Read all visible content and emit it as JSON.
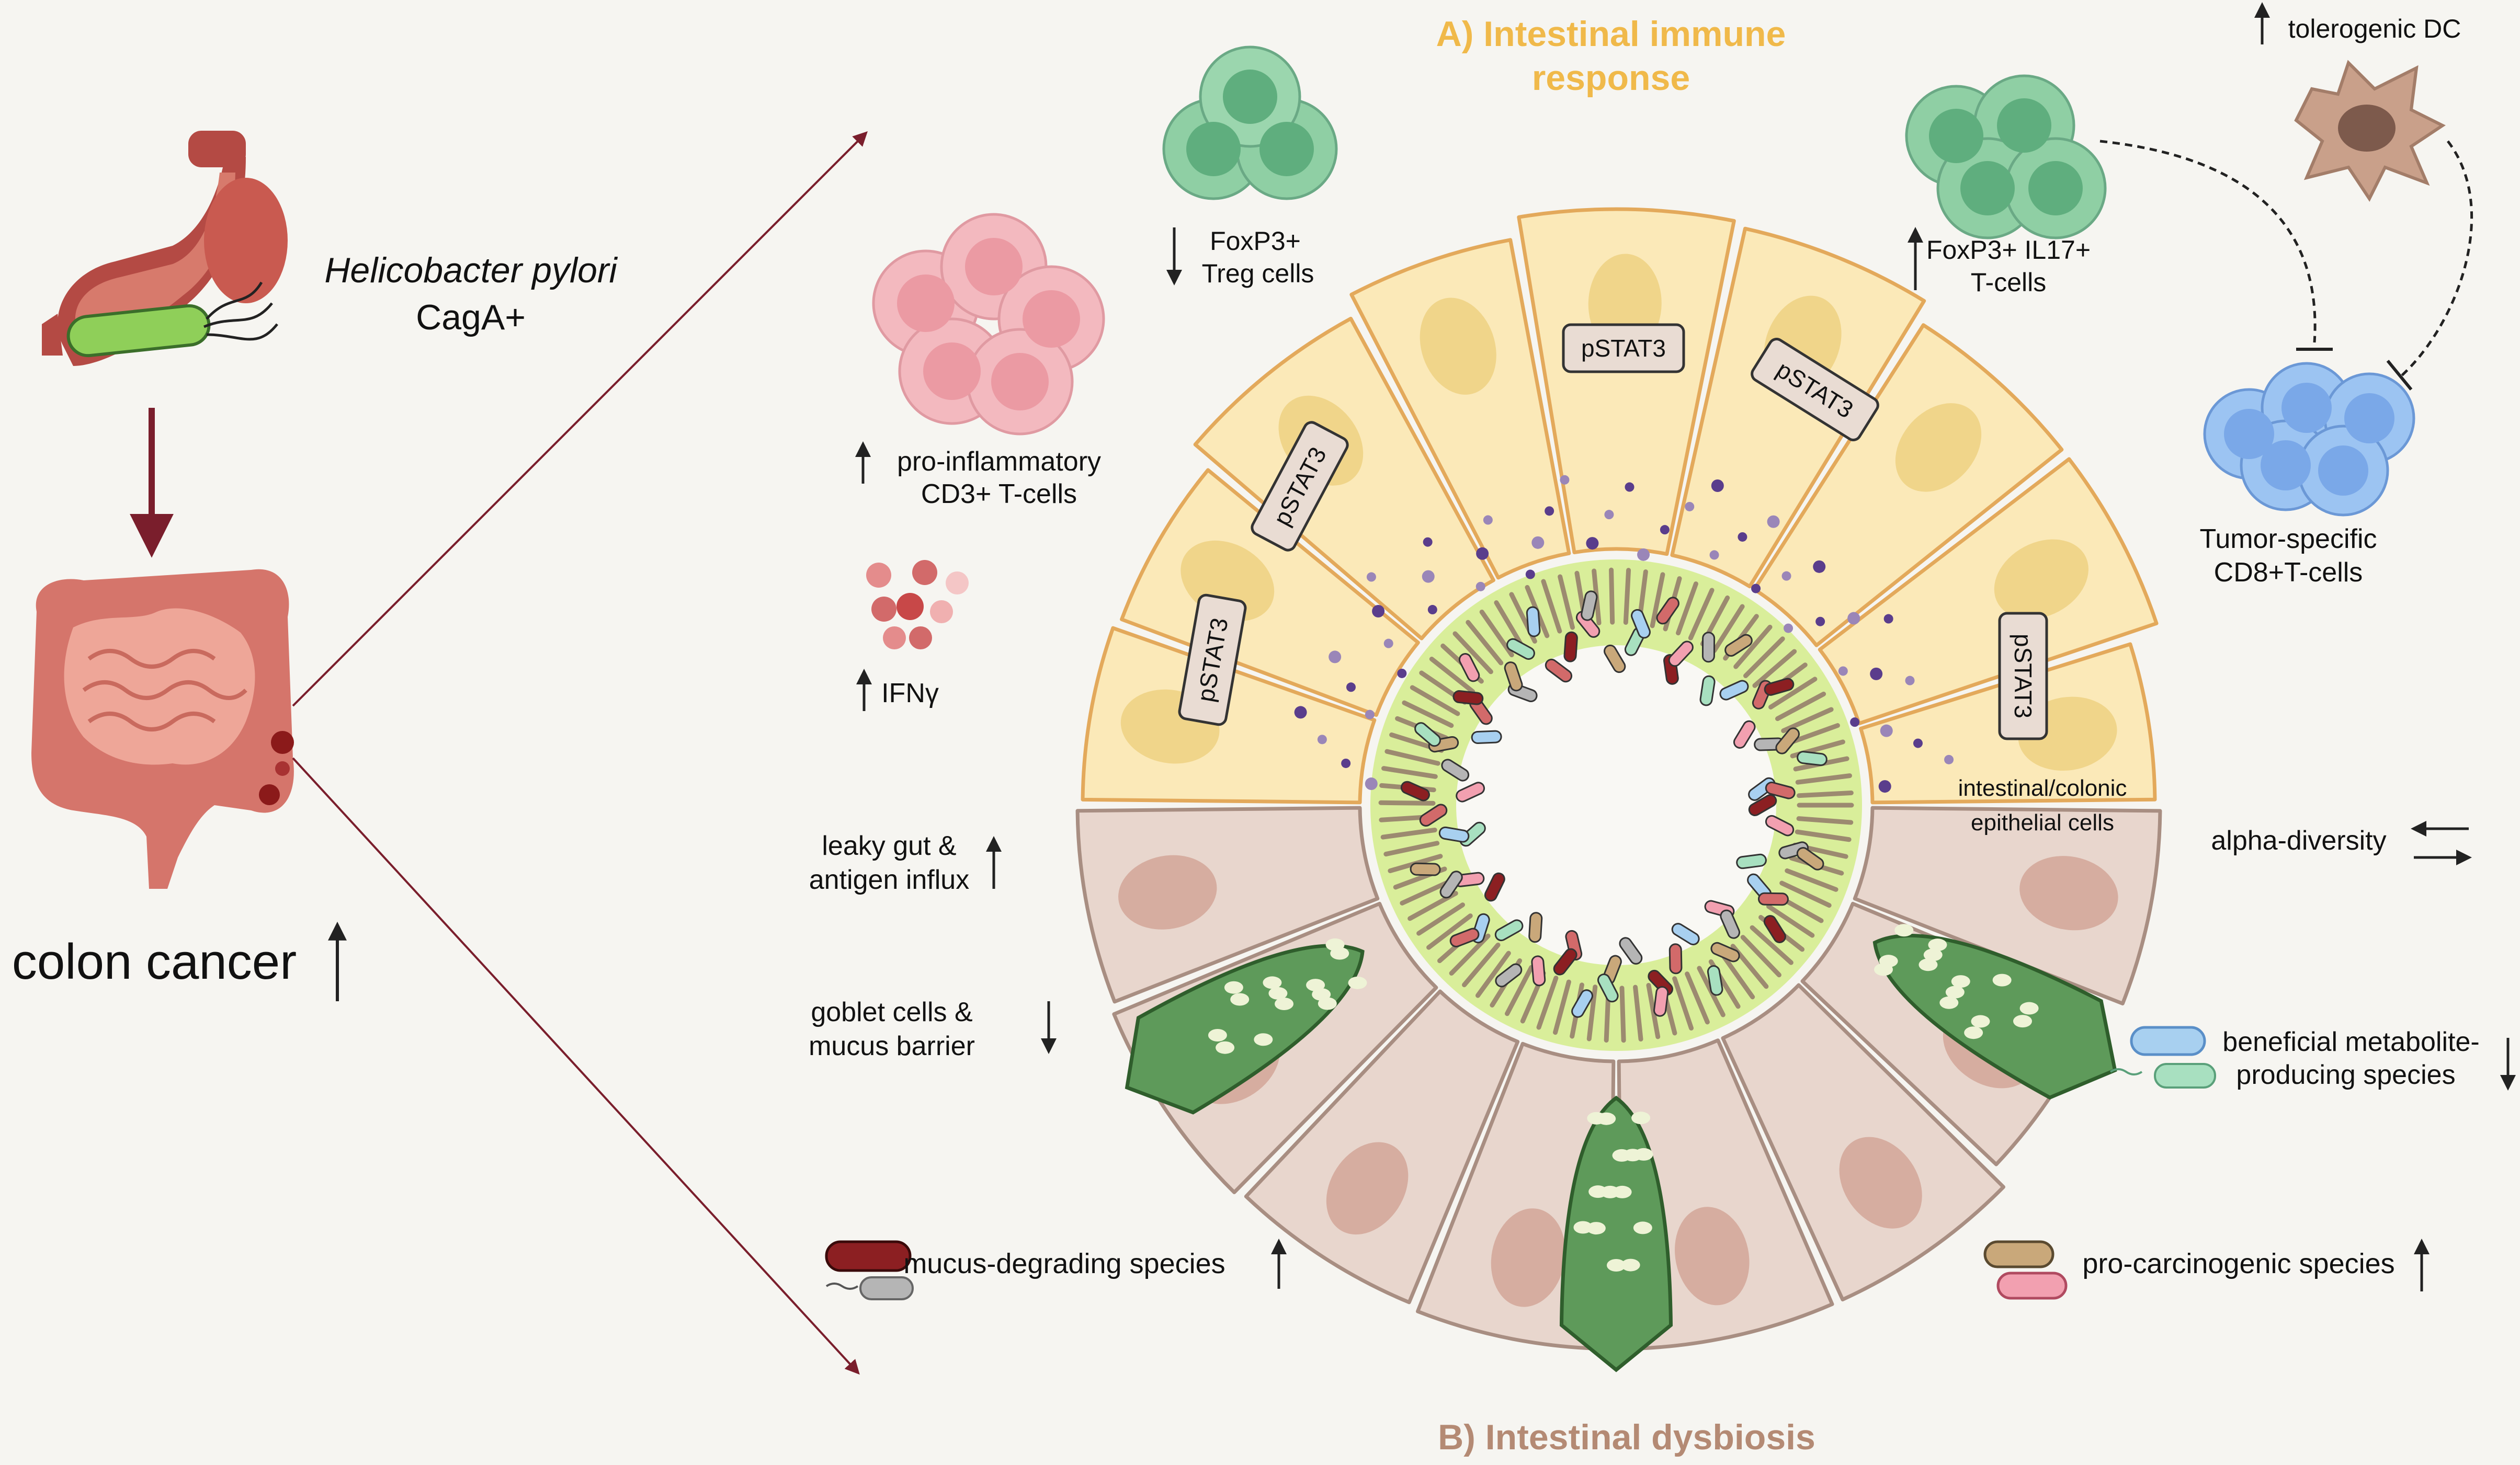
{
  "colors": {
    "background": "#f6f5f1",
    "panel_a_title": "#f0b94a",
    "panel_b_title": "#b48a74",
    "arrow": "#7a1e2c",
    "cell_yellow": "#fbe9b8",
    "cell_yellow_border": "#e3a95b",
    "cell_beige": "#e8d6cd",
    "cell_beige_border": "#a88e82",
    "goblet": "#5e9a5a",
    "mucus": "#d9ee9a"
  },
  "header": {
    "panel_a_title": "A) Intestinal immune",
    "panel_a_title_line2": "response",
    "panel_b_title": "B) Intestinal dysbiosis"
  },
  "left": {
    "pathogen_name": "Helicobacter pylori",
    "pathogen_strain": "CagA+",
    "outcome": "colon cancer",
    "outcome_arrow": "↑"
  },
  "cells": {
    "pstat3": "pSTAT3",
    "epithelial_line1": "intestinal/colonic",
    "epithelial_line2": "epithelial cells"
  },
  "immune": {
    "treg_line1": "FoxP3+",
    "treg_line2": "Treg cells",
    "treg_arrow": "↓",
    "il17_line1": "FoxP3+ IL17+",
    "il17_line2": "T-cells",
    "il17_arrow": "↑",
    "dc_label": "tolerogenic DC",
    "dc_arrow": "↑",
    "cd8_line1": "Tumor-specific",
    "cd8_line2": "CD8+T-cells",
    "cd3_line1": "pro-inflammatory",
    "cd3_line2": "CD3+ T-cells",
    "cd3_arrow": "↑",
    "ifn_label": "IFNγ",
    "ifn_arrow": "↑"
  },
  "dysbiosis": {
    "leaky_line1": "leaky gut &",
    "leaky_line2": "antigen influx",
    "leaky_arrow": "↑",
    "goblet_line1": "goblet cells &",
    "goblet_line2": "mucus barrier",
    "goblet_arrow": "↓",
    "mucus_degrading": "mucus-degrading species",
    "mucus_degrading_arrow": "↑",
    "alpha_diversity": "alpha-diversity",
    "alpha_arrow": "⇄",
    "beneficial_line1": "beneficial metabolite-",
    "beneficial_line2": "producing species",
    "beneficial_arrow": "↓",
    "procarcinogenic": "pro-carcinogenic species",
    "procarcinogenic_arrow": "↑"
  }
}
